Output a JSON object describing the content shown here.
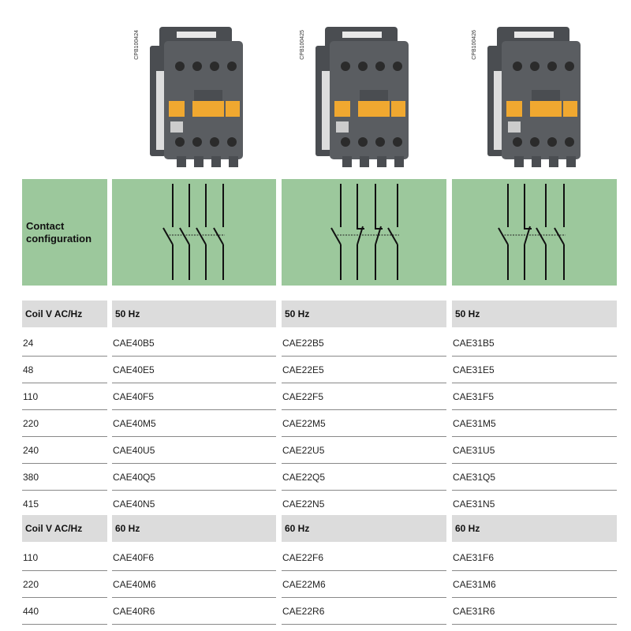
{
  "products": [
    {
      "code": "CPB100424",
      "contacts": [
        "NO",
        "NO",
        "NO",
        "NO"
      ]
    },
    {
      "code": "CPB100425",
      "contacts": [
        "NO",
        "NC",
        "NC",
        "NO"
      ]
    },
    {
      "code": "CPB100426",
      "contacts": [
        "NO",
        "NC",
        "NO",
        "NO"
      ]
    }
  ],
  "config_label": "Contact configuration",
  "colors": {
    "diagram_bg": "#9cc89c",
    "header_bg": "#dcdcdc",
    "contactor_body": "#55585c",
    "contactor_accent": "#f0a830"
  },
  "sections": [
    {
      "header": [
        "Coil V AC/Hz",
        "50 Hz",
        "50 Hz",
        "50 Hz"
      ],
      "rows": [
        [
          "24",
          "CAE40B5",
          "CAE22B5",
          "CAE31B5"
        ],
        [
          "48",
          "CAE40E5",
          "CAE22E5",
          "CAE31E5"
        ],
        [
          "110",
          "CAE40F5",
          "CAE22F5",
          "CAE31F5"
        ],
        [
          "220",
          "CAE40M5",
          "CAE22M5",
          "CAE31M5"
        ],
        [
          "240",
          "CAE40U5",
          "CAE22U5",
          "CAE31U5"
        ],
        [
          "380",
          "CAE40Q5",
          "CAE22Q5",
          "CAE31Q5"
        ],
        [
          "415",
          "CAE40N5",
          "CAE22N5",
          "CAE31N5"
        ]
      ]
    },
    {
      "header": [
        "Coil V AC/Hz",
        "60 Hz",
        "60 Hz",
        "60 Hz"
      ],
      "rows": [
        [
          "110",
          "CAE40F6",
          "CAE22F6",
          "CAE31F6"
        ],
        [
          "220",
          "CAE40M6",
          "CAE22M6",
          "CAE31M6"
        ],
        [
          "440",
          "CAE40R6",
          "CAE22R6",
          "CAE31R6"
        ]
      ]
    }
  ]
}
